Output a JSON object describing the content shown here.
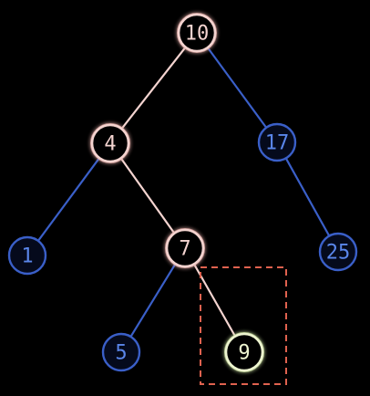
{
  "colors": {
    "background": "#000000",
    "path": "#f4d4d0",
    "path_glow": "#e0aaa6",
    "default": "#3a5fc8",
    "default_text": "#5a86ea",
    "default_fill": "#050a1c",
    "target": "#eef5d0",
    "target_glow": "#c8dca0",
    "highlight_box": "#e0624f"
  },
  "tree": {
    "nodes": [
      {
        "key": "10",
        "label": "10",
        "state": "path"
      },
      {
        "key": "4",
        "label": "4",
        "state": "path"
      },
      {
        "key": "17",
        "label": "17",
        "state": "default"
      },
      {
        "key": "1",
        "label": "1",
        "state": "default"
      },
      {
        "key": "7",
        "label": "7",
        "state": "path"
      },
      {
        "key": "25",
        "label": "25",
        "state": "default"
      },
      {
        "key": "5",
        "label": "5",
        "state": "default"
      },
      {
        "key": "9",
        "label": "9",
        "state": "target"
      }
    ],
    "edges": [
      {
        "from": "10",
        "to": "4",
        "state": "path"
      },
      {
        "from": "10",
        "to": "17",
        "state": "default"
      },
      {
        "from": "4",
        "to": "1",
        "state": "default"
      },
      {
        "from": "4",
        "to": "7",
        "state": "path"
      },
      {
        "from": "17",
        "to": "25",
        "state": "default"
      },
      {
        "from": "7",
        "to": "5",
        "state": "default"
      },
      {
        "from": "7",
        "to": "9",
        "state": "path"
      }
    ],
    "highlight_target": "9"
  }
}
